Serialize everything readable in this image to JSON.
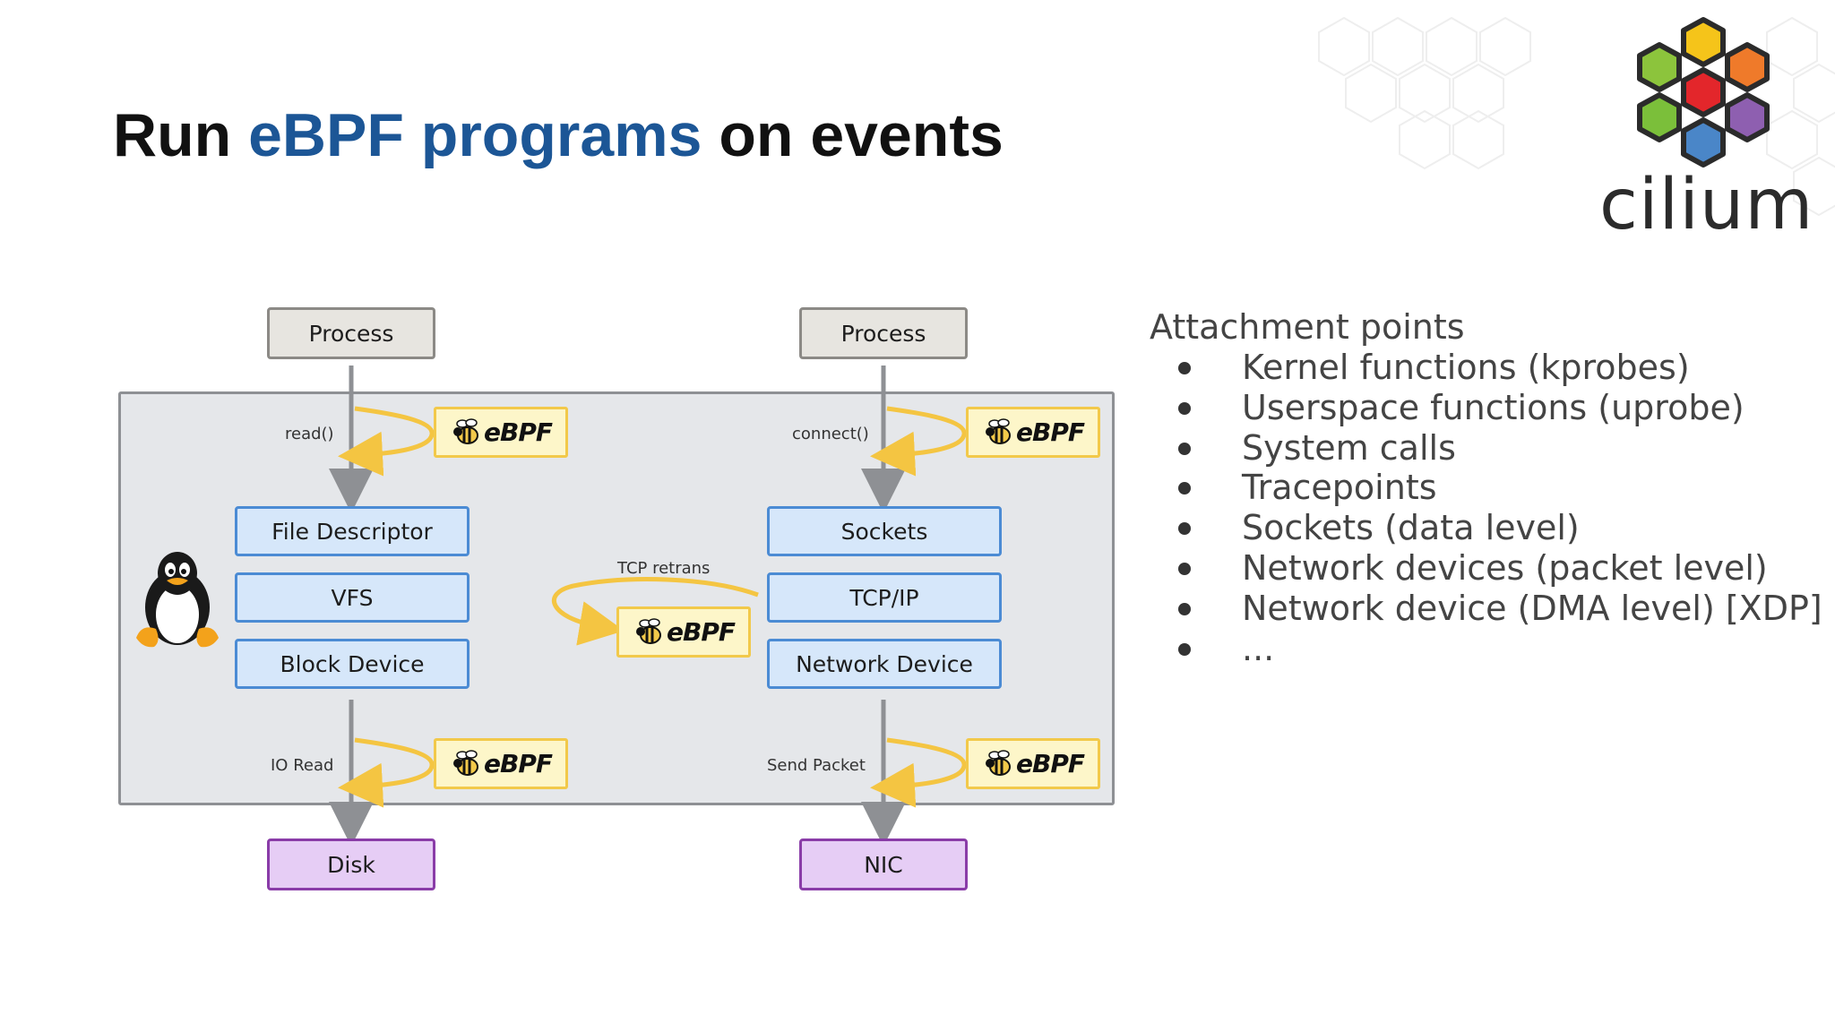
{
  "title": {
    "prefix": "Run",
    "highlight": "eBPF programs",
    "suffix": "on events"
  },
  "logo": {
    "text": "cilium"
  },
  "diagram": {
    "left": {
      "process": "Process",
      "call": "read()",
      "layers": [
        "File Descriptor",
        "VFS",
        "Block Device"
      ],
      "lower_call": "IO Read",
      "dest": "Disk"
    },
    "right": {
      "process": "Process",
      "call": "connect()",
      "layers": [
        "Sockets",
        "TCP/IP",
        "Network Device"
      ],
      "lower_call": "Send Packet",
      "dest": "NIC"
    },
    "middle_label": "TCP retrans",
    "ebpf_label": "eBPF"
  },
  "attachment": {
    "heading": "Attachment points",
    "items": [
      "Kernel functions (kprobes)",
      "Userspace functions (uprobe)",
      "System calls",
      "Tracepoints",
      "Sockets (data level)",
      "Network devices (packet level)",
      "Network device (DMA level) [XDP]",
      "..."
    ]
  },
  "colors": {
    "title_accent": "#1c5696",
    "ebpf_fill": "#fdf6c9",
    "ebpf_border": "#f2c94a",
    "hook_arrow": "#f4c542",
    "layer_fill": "#d6e7fa",
    "layer_border": "#4b8bd4",
    "dest_fill": "#e6cdf5",
    "dest_border": "#8a3ca8",
    "logo_hexes": [
      "#f5c41a",
      "#8cc43c",
      "#ef7a2a",
      "#e3262b",
      "#7bbf3a",
      "#8e5fb0",
      "#4a86c8"
    ]
  }
}
